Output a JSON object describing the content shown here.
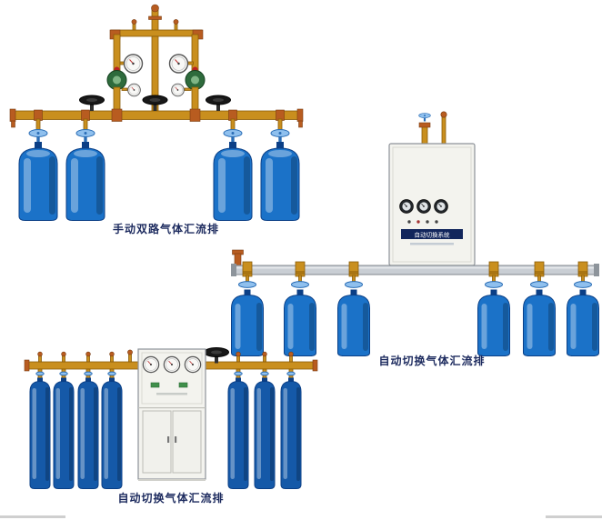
{
  "figures": {
    "manual": {
      "caption": "手动双路气体汇流排"
    },
    "auto_right": {
      "caption": "自动切换气体汇流排",
      "cabinet_label": "自动切换系统"
    },
    "auto_bottom": {
      "caption": "自动切换气体汇流排"
    }
  },
  "colors": {
    "brass": "#c98f1e",
    "brass-dark": "#8a5c08",
    "copper": "#b85c20",
    "cyl-blue": "#1b72c8",
    "cyl-blue-dark": "#0b3f86",
    "cyl-navy": "#1559a8",
    "knob-blue": "#2a6db5",
    "knob-blue-light": "#8fc0ee",
    "silver": "#c9ced4",
    "silver-dark": "#80868d",
    "cabinet-face": "#f3f3ee",
    "cabinet-border": "#8d9299",
    "gauge-face": "#f8f8f6",
    "gauge-ring": "#555555",
    "regulator-green": "#2e6b3c",
    "caption": "#1c2a5e"
  }
}
